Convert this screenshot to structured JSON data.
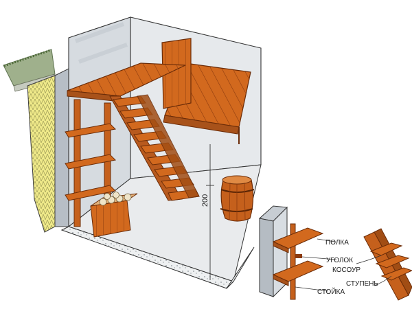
{
  "dimension_label": "200",
  "detail_labels": {
    "shelf": "ПОЛКА",
    "angle": "УГОЛОК",
    "post": "СТОЙКА",
    "stringer": "КОСОУР",
    "step": "СТУПЕНЬ"
  },
  "colors": {
    "wood": "#d2691e",
    "wood_dark": "#8b3a0e",
    "wood_light": "#e8843a",
    "wall": "#d9dde2",
    "wall_shade": "#aeb6bf",
    "floor": "#e4e6e8",
    "insulation": "#f0ea8a",
    "grass": "#7c9a6a",
    "ink": "#2a2a2a"
  }
}
